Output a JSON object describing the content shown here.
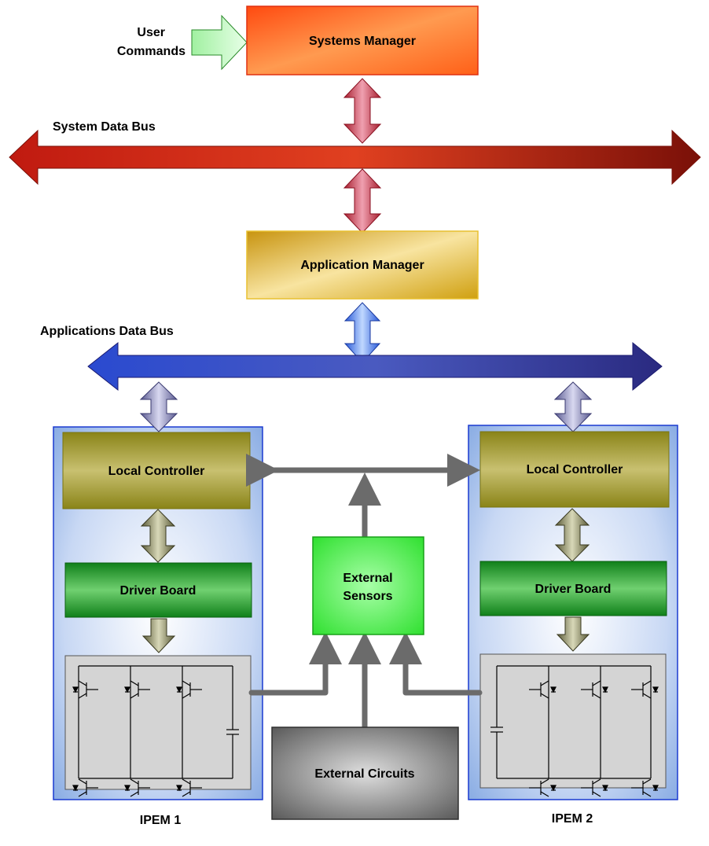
{
  "labels": {
    "user_commands_line1": "User",
    "user_commands_line2": "Commands",
    "systems_manager": "Systems Manager",
    "system_data_bus": "System Data Bus",
    "application_manager": "Application Manager",
    "applications_data_bus": "Applications Data Bus",
    "local_controller_1": "Local Controller",
    "local_controller_2": "Local Controller",
    "driver_board_1": "Driver Board",
    "driver_board_2": "Driver Board",
    "external_sensors_line1": "External",
    "external_sensors_line2": "Sensors",
    "external_circuits": "External Circuits",
    "ipem_1": "IPEM 1",
    "ipem_2": "IPEM 2"
  },
  "colors": {
    "systems_manager": "#ff6a1a",
    "system_bus": "#b81e10",
    "application_manager": "#d9a820",
    "applications_bus": "#3a4aa8",
    "ipem_panel": "#a9c4ee",
    "local_controller": "#9a9424",
    "driver_board": "#2aa02a",
    "external_sensors": "#48f048",
    "external_circuits": "#707070",
    "connector": "#6b6b6b"
  }
}
